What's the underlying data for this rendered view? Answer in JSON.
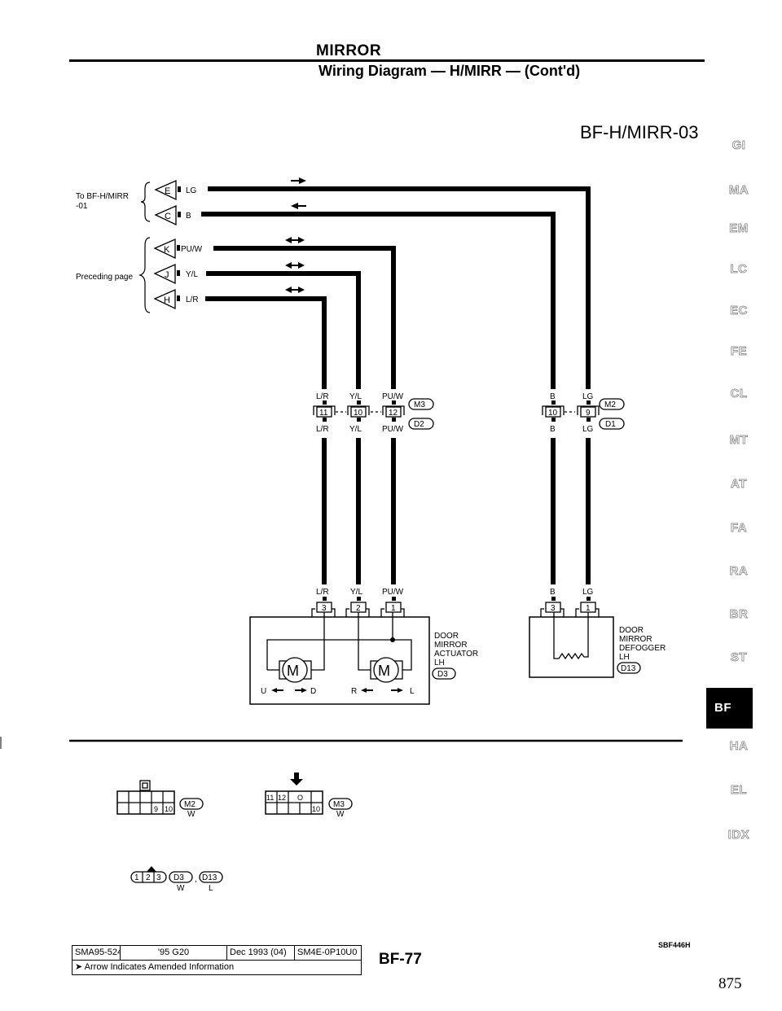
{
  "header": {
    "section_title": "MIRROR",
    "subtitle": "Wiring Diagram — H/MIRR — (Cont'd)",
    "diagram_code": "BF-H/MIRR-03"
  },
  "left_connections": {
    "group_to": {
      "label_line1": "To BF-H/MIRR",
      "label_line2": "-01"
    },
    "group_prev": {
      "label": "Preceding page"
    },
    "wires": [
      {
        "terminal": "E",
        "color": "LG",
        "arrow": "right"
      },
      {
        "terminal": "C",
        "color": "B",
        "arrow": "left"
      },
      {
        "terminal": "K",
        "color": "PU/W",
        "arrow": "both"
      },
      {
        "terminal": "J",
        "color": "Y/L",
        "arrow": "both"
      },
      {
        "terminal": "H",
        "color": "L/R",
        "arrow": "both"
      }
    ]
  },
  "joint_connectors": {
    "left": {
      "pins": [
        {
          "pin": "11",
          "wire_top": "L/R",
          "wire_bottom": "L/R"
        },
        {
          "pin": "10",
          "wire_top": "Y/L",
          "wire_bottom": "Y/L"
        },
        {
          "pin": "12",
          "wire_top": "PU/W",
          "wire_bottom": "PU/W"
        }
      ],
      "connector_top": "M3",
      "connector_bottom": "D2"
    },
    "right": {
      "pins": [
        {
          "pin": "10",
          "wire_top": "B",
          "wire_bottom": "B"
        },
        {
          "pin": "9",
          "wire_top": "LG",
          "wire_bottom": "LG"
        }
      ],
      "connector_top": "M2",
      "connector_bottom": "D1"
    }
  },
  "actuator": {
    "pins": [
      {
        "pin": "3",
        "wire": "L/R"
      },
      {
        "pin": "2",
        "wire": "Y/L"
      },
      {
        "pin": "1",
        "wire": "PU/W"
      }
    ],
    "motor_label": "M",
    "directions": {
      "left_motor": [
        "U",
        "D"
      ],
      "right_motor": [
        "R",
        "L"
      ]
    },
    "name_lines": [
      "DOOR",
      "MIRROR",
      "ACTUATOR",
      "LH"
    ],
    "connector": "D3"
  },
  "defogger": {
    "pins": [
      {
        "pin": "3",
        "wire": "B"
      },
      {
        "pin": "1",
        "wire": "LG"
      }
    ],
    "name_lines": [
      "DOOR",
      "MIRROR",
      "DEFOGGER",
      "LH"
    ],
    "connector": "D13"
  },
  "connector_views": {
    "m2": {
      "id": "M2",
      "color": "W",
      "pins": [
        "9",
        "10"
      ]
    },
    "m3": {
      "id": "M3",
      "color": "W",
      "pins": [
        "11",
        "12",
        "O",
        "10"
      ]
    },
    "d3_d13": {
      "pins": [
        "1",
        "2",
        "3"
      ],
      "ids": [
        {
          "id": "D3",
          "color": "W"
        },
        {
          "id": "D13",
          "color": "L"
        }
      ],
      "separator": ","
    }
  },
  "side_tabs": [
    "GI",
    "MA",
    "EM",
    "LC",
    "EC",
    "FE",
    "CL",
    "MT",
    "AT",
    "FA",
    "RA",
    "BR",
    "ST",
    "BF",
    "HA",
    "EL",
    "IDX"
  ],
  "active_tab": "BF",
  "footer": {
    "doc_code": "SMA95-524",
    "model": "'95 G20",
    "date": "Dec 1993 (04)",
    "manual_code": "SM4E-0P10U0",
    "note": "Arrow Indicates Amended Information",
    "page": "BF-77",
    "ref_code": "SBF446H",
    "print_page": "875"
  },
  "colors": {
    "ink": "#000000",
    "paper": "#ffffff",
    "tab_outline": "#777777"
  }
}
